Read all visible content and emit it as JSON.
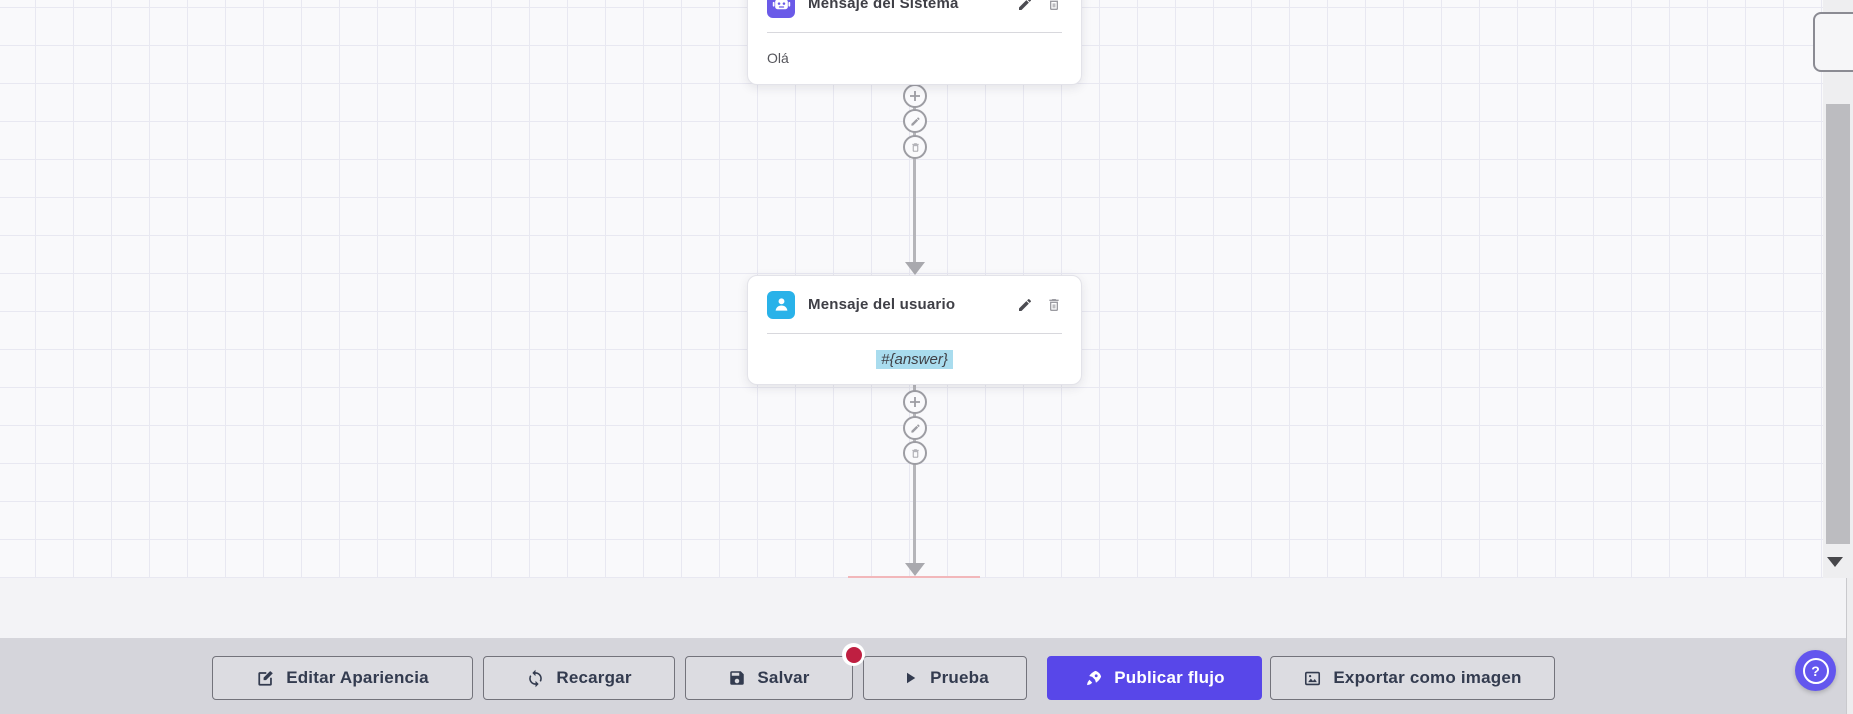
{
  "canvas": {
    "nodes": [
      {
        "title": "Mensaje del Sistema",
        "content": "Olá",
        "icon": "robot-icon",
        "icon_bg": "#6a5ae8",
        "actions": [
          "edit",
          "delete"
        ]
      },
      {
        "title": "Mensaje del usuario",
        "content": "#{answer}",
        "icon": "user-icon",
        "icon_bg": "#29b2e9",
        "content_highlighted": true,
        "actions": [
          "edit",
          "delete"
        ]
      }
    ],
    "connector_buttons": [
      "add-node",
      "edit-connection",
      "delete-connection"
    ]
  },
  "toolbar": {
    "buttons": [
      {
        "label": "Editar Apariencia",
        "icon": "edit-square-icon"
      },
      {
        "label": "Recargar",
        "icon": "refresh-icon"
      },
      {
        "label": "Salvar",
        "icon": "save-icon",
        "has_badge": true
      },
      {
        "label": "Prueba",
        "icon": "play-icon"
      },
      {
        "label": "Publicar flujo",
        "icon": "rocket-icon",
        "primary": true
      },
      {
        "label": "Exportar como imagen",
        "icon": "image-icon"
      }
    ]
  },
  "help_button": {
    "label": "?"
  },
  "colors": {
    "primary": "#5847e9",
    "robot_accent": "#6a5ae8",
    "user_accent": "#29b2e9",
    "badge_red": "#bf1f41",
    "highlight_blue": "#a9dcee"
  }
}
